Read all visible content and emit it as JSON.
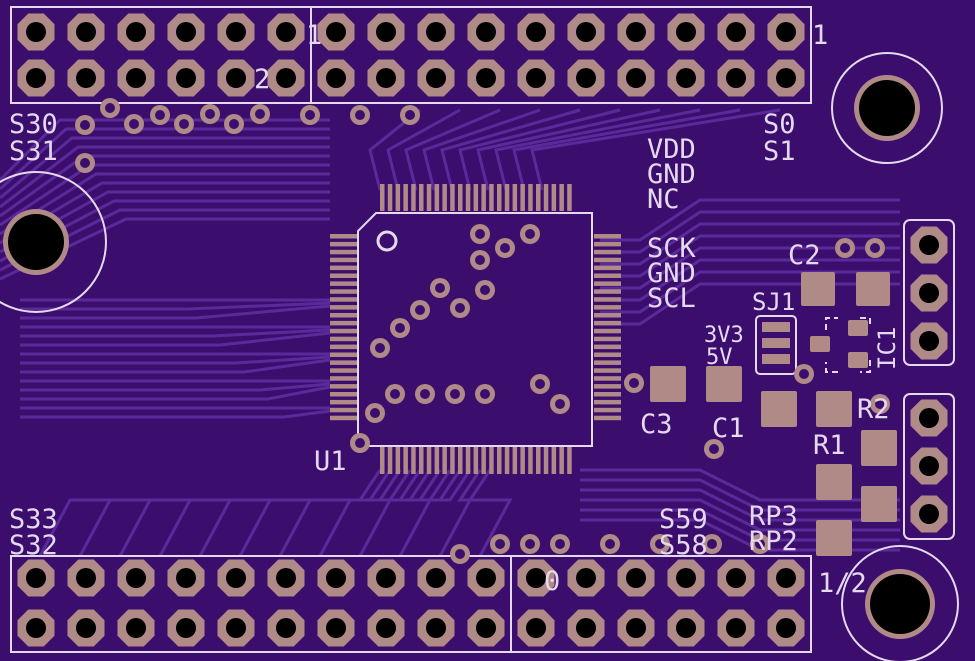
{
  "colors": {
    "board": "#3b0e6e",
    "trace": "#5b2a9a",
    "silk": "#e4d9ee",
    "copper": "#b08a86",
    "hole": "#000000"
  },
  "labels": {
    "s30": "S30",
    "s31": "S31",
    "s0": "S0",
    "s1": "S1",
    "vdd": "VDD",
    "gnd1": "GND",
    "nc": "NC",
    "sck": "SCK",
    "gnd2": "GND",
    "scl": "SCL",
    "c2": "C2",
    "sj1": "SJ1",
    "v33": "3V3",
    "v5": "5V",
    "ic1": "IC1",
    "c3": "C3",
    "c1": "C1",
    "r2": "R2",
    "r1": "R1",
    "u1": "U1",
    "s33": "S33",
    "s32": "S32",
    "s59": "S59",
    "s58": "S58",
    "rp3": "RP3",
    "rp2": "RP2",
    "h1": "1",
    "h2": "2",
    "h3": "0",
    "h4": "1/2"
  }
}
